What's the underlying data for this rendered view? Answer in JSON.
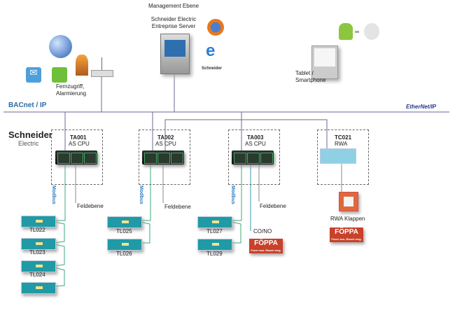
{
  "management": {
    "title": "Management   Ebene",
    "server_line1": "Schneider Electric",
    "server_line2": "Entreprise Server"
  },
  "remote": {
    "line1": "Fernzugriff,",
    "line2": "Alarmierung"
  },
  "mobile": {
    "line1": "Tablet  /",
    "line2": "Smartphone"
  },
  "networks": {
    "bacnet": "BACnet / IP",
    "ethernet": "EtherNet/IP",
    "modbus": "Modbus"
  },
  "brand": {
    "line1": "Schneider",
    "line2": "Electric"
  },
  "controllers": [
    {
      "id": "TA001",
      "type": "AS CPU",
      "field": "Feldebene"
    },
    {
      "id": "TA002",
      "type": "AS CPU",
      "field": "Feldebene"
    },
    {
      "id": "TA003",
      "type": "AS CPU",
      "field": "Feldebene"
    },
    {
      "id": "TC021",
      "type": "RWA"
    }
  ],
  "devices": {
    "tl022": "TL022",
    "tl023": "TL023",
    "tl024": "TL024",
    "tl025": "TL025",
    "tl026": "TL026",
    "tl027": "TL027",
    "tl029": "TL029"
  },
  "co_no": "CO/NO",
  "rwa_klappen": "RWA Klappen",
  "foppa": {
    "name": "FÖPPA",
    "slogan": "Feuer aus. Rauch weg."
  },
  "colors": {
    "bus": "#6a6a9a",
    "modbus": "#3aa87a",
    "foppa": "#c8412a",
    "device": "#1f9aa6"
  }
}
